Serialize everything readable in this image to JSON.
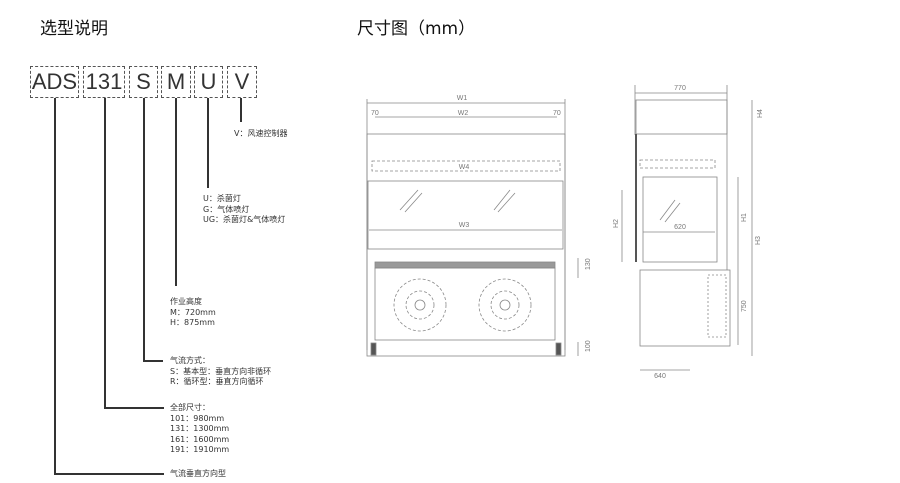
{
  "left": {
    "title": "选型说明",
    "codes": [
      "ADS",
      "131",
      "S",
      "M",
      "U",
      "V"
    ],
    "notes": {
      "v": [
        "V：风速控制器"
      ],
      "u": [
        "U：杀菌灯",
        "G：气体喷灯",
        "UG：杀菌灯&气体喷灯"
      ],
      "m": [
        "作业高度",
        "M：720mm",
        "H：875mm"
      ],
      "s": [
        "气流方式：",
        "S：基本型：垂直方向非循环",
        "R：循环型：垂直方向循环"
      ],
      "size": [
        "全部尺寸：",
        "101：980mm",
        "131：1300mm",
        "161：1600mm",
        "191：1910mm"
      ],
      "ads": [
        "气流垂直方向型"
      ]
    }
  },
  "right": {
    "title": "尺寸图（mm）",
    "front": {
      "w1": "W1",
      "w2": "W2",
      "side_l": "70",
      "side_r": "70",
      "w4": "W4",
      "w3": "W3",
      "d130": "130",
      "d100": "100"
    },
    "side": {
      "d770": "770",
      "h4": "H4",
      "h1": "H1",
      "h3": "H3",
      "h2": "H2",
      "d620": "620",
      "d750": "750",
      "d640": "640"
    }
  }
}
